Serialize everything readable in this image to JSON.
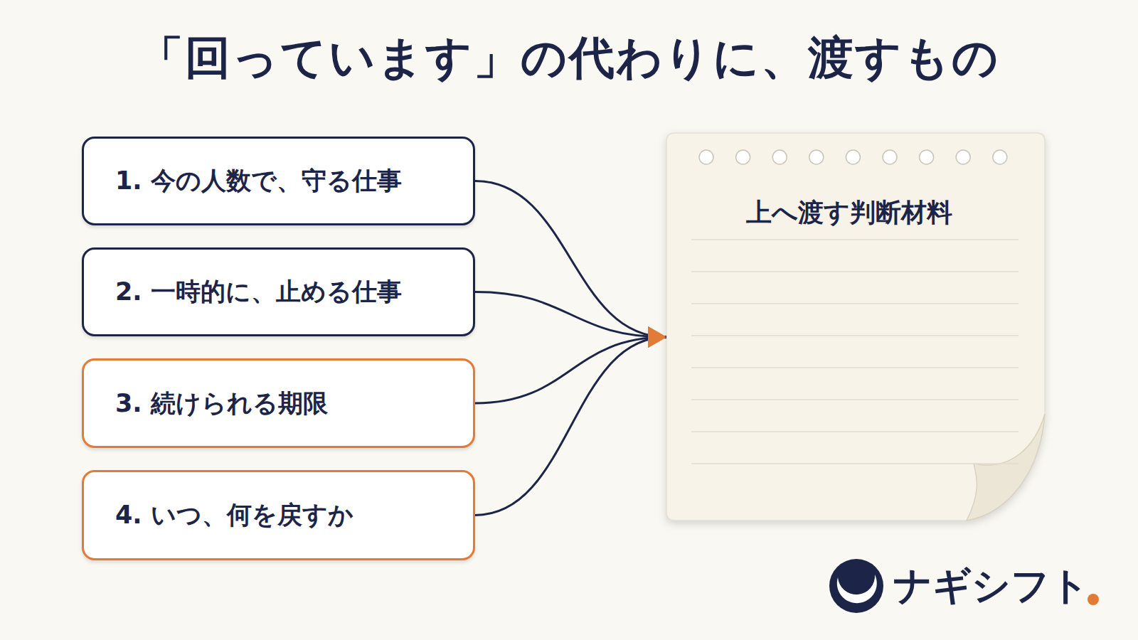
{
  "diagram": {
    "title": "「回っています」の代わりに、渡すもの",
    "nodes": [
      {
        "text": [
          "1. 今の人数で、守る仕事"
        ]
      },
      {
        "text": [
          "2. 一時的に、止める仕事"
        ]
      },
      {
        "text": [
          "3. 続けられる期限"
        ]
      },
      {
        "text": [
          "4. いつ、何を戻すか"
        ]
      },
      {
        "text": [
          "上へ渡す判断材料"
        ]
      }
    ],
    "edges": [
      {
        "from": 0,
        "to": 4,
        "arrow": "to"
      },
      {
        "from": 1,
        "to": 4,
        "arrow": "to"
      },
      {
        "from": 2,
        "to": 4,
        "arrow": "to"
      },
      {
        "from": 3,
        "to": 4,
        "arrow": "to"
      }
    ],
    "labels": [
      "ナギシフト"
    ]
  }
}
